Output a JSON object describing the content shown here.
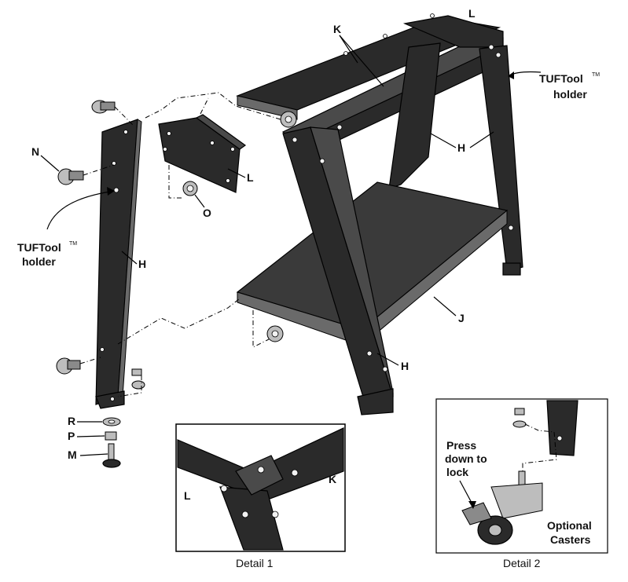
{
  "labels": {
    "K": "K",
    "L_top": "L",
    "L_bracket": "L",
    "H_right": "H",
    "H_left": "H",
    "H_front": "H",
    "J": "J",
    "N": "N",
    "O": "O",
    "R": "R",
    "P": "P",
    "M": "M"
  },
  "holder_right": {
    "brand": "TUFTool",
    "tm": "TM",
    "word": "holder"
  },
  "holder_left": {
    "brand": "TUFTool",
    "tm": "TM",
    "word": "holder"
  },
  "detail1": {
    "caption": "Detail 1",
    "label_L": "L",
    "label_K": "K"
  },
  "detail2": {
    "caption": "Detail 2",
    "press_line1": "Press",
    "press_line2": "down to",
    "press_line3": "lock",
    "optional_line1": "Optional",
    "optional_line2": "Casters"
  },
  "colors": {
    "metal": "#2a2a2a",
    "background": "#ffffff",
    "hardware": "#bdbdbd"
  }
}
